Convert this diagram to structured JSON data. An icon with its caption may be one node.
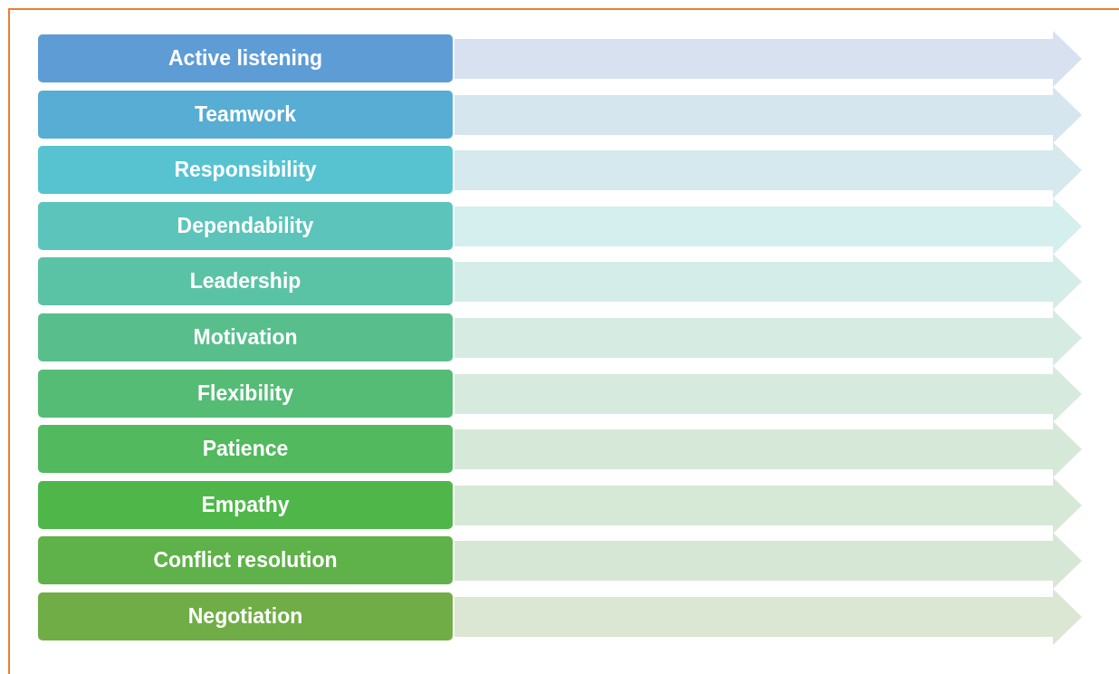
{
  "diagram": {
    "nodes": [
      {
        "text": [
          "Active listening"
        ]
      },
      {
        "text": [],
        "shape": "arrow"
      },
      {
        "text": [
          "Teamwork"
        ]
      },
      {
        "text": [],
        "shape": "arrow"
      },
      {
        "text": [
          "Responsibility"
        ]
      },
      {
        "text": [],
        "shape": "arrow"
      },
      {
        "text": [
          "Dependability"
        ]
      },
      {
        "text": [],
        "shape": "arrow"
      },
      {
        "text": [
          "Leadership"
        ]
      },
      {
        "text": [],
        "shape": "arrow"
      },
      {
        "text": [
          "Motivation"
        ]
      },
      {
        "text": [],
        "shape": "arrow"
      },
      {
        "text": [
          "Flexibility"
        ]
      },
      {
        "text": [],
        "shape": "arrow"
      },
      {
        "text": [
          "Patience"
        ]
      },
      {
        "text": [],
        "shape": "arrow"
      },
      {
        "text": [
          "Empathy"
        ]
      },
      {
        "text": [],
        "shape": "arrow"
      },
      {
        "text": [
          "Conflict resolution"
        ]
      },
      {
        "text": [],
        "shape": "arrow"
      },
      {
        "text": [
          "Negotiation"
        ]
      },
      {
        "text": [],
        "shape": "arrow"
      }
    ]
  }
}
